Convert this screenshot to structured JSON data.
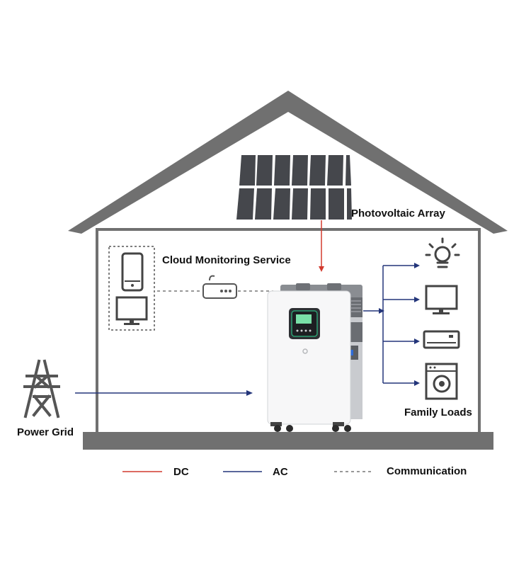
{
  "labels": {
    "photovoltaic_array": "Photovoltaic Array",
    "cloud_monitoring": "Cloud Monitoring Service",
    "power_grid": "Power Grid",
    "family_loads": "Family Loads"
  },
  "legend": {
    "dc": "DC",
    "ac": "AC",
    "communication": "Communication"
  },
  "colors": {
    "house": "#707070",
    "dc_line": "#d23a2e",
    "ac_line": "#23357a",
    "comm_line": "#777777",
    "panel": "#45474c",
    "icon": "#444444"
  },
  "icons": {
    "solar_panels": "solar-panel-icon",
    "phone": "smartphone-icon",
    "monitor": "monitor-icon",
    "router": "router-icon",
    "tower": "transmission-tower-icon",
    "bulb": "light-bulb-icon",
    "tv": "tv-icon",
    "ac_unit": "air-conditioner-icon",
    "washer": "washing-machine-icon",
    "inverter": "inverter-battery-unit"
  }
}
